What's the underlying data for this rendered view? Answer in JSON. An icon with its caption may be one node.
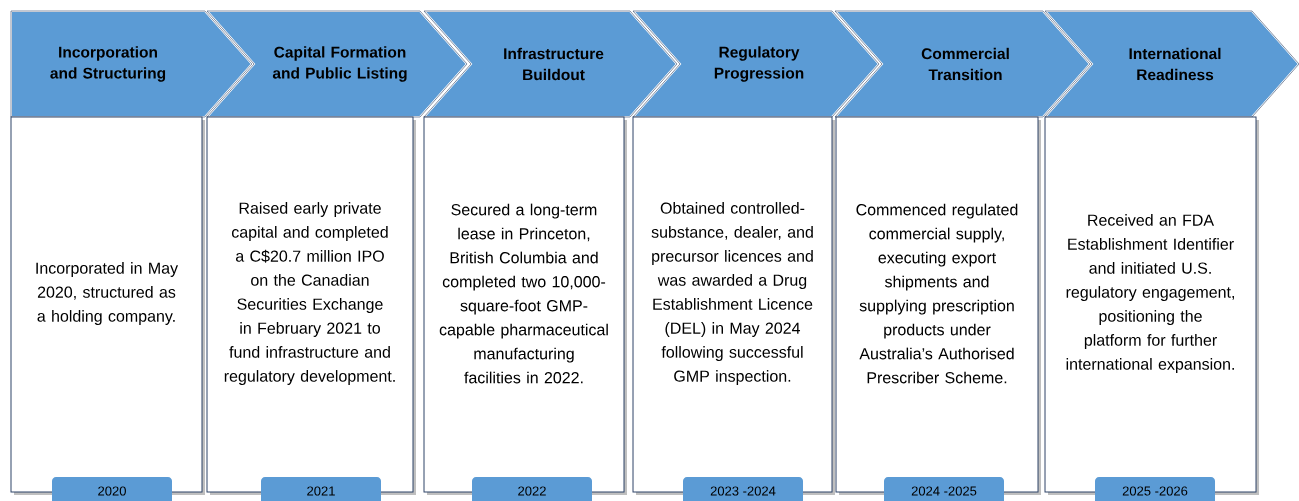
{
  "diagram": {
    "nodes": [
      {
        "text": [
          "Incorporation and Structuring"
        ]
      },
      {
        "text": [
          "Capital Formation and Public Listing"
        ]
      },
      {
        "text": [
          "Infrastructure Buildout"
        ]
      },
      {
        "text": [
          "Regulatory Progression"
        ]
      },
      {
        "text": [
          "Commercial Transition"
        ]
      },
      {
        "text": [
          "International Readiness"
        ]
      },
      {
        "text": [
          "Incorporated in May 2020, structured as a holding company."
        ]
      },
      {
        "text": [
          "Raised early private capital and completed a C$20.7 million IPO on the Canadian Securities Exchange in February 2021 to fund infrastructure and regulatory development."
        ]
      },
      {
        "text": [
          "Secured a long-term lease in Princeton, British Columbia and completed two 10,000-square-foot GMP-capable pharmaceutical manufacturing facilities in 2022."
        ]
      },
      {
        "text": [
          "Obtained controlled-substance, dealer, and precursor licences and was awarded a Drug Establishment Licence (DEL) in May 2024 following successful GMP inspection."
        ]
      },
      {
        "text": [
          "Commenced regulated commercial supply, executing export shipments and supplying prescription products under Australia’s Authorised Prescriber Scheme."
        ]
      },
      {
        "text": [
          "Received an FDA Establishment Identifier and initiated U.S. regulatory engagement, positioning the platform for further international expansion."
        ]
      },
      {
        "text": [
          "2020"
        ]
      },
      {
        "text": [
          "2021"
        ]
      },
      {
        "text": [
          "2022"
        ]
      },
      {
        "text": [
          "2023 -2024"
        ]
      },
      {
        "text": [
          "2024 -2025"
        ]
      },
      {
        "text": [
          "2025 -2026"
        ]
      }
    ]
  }
}
